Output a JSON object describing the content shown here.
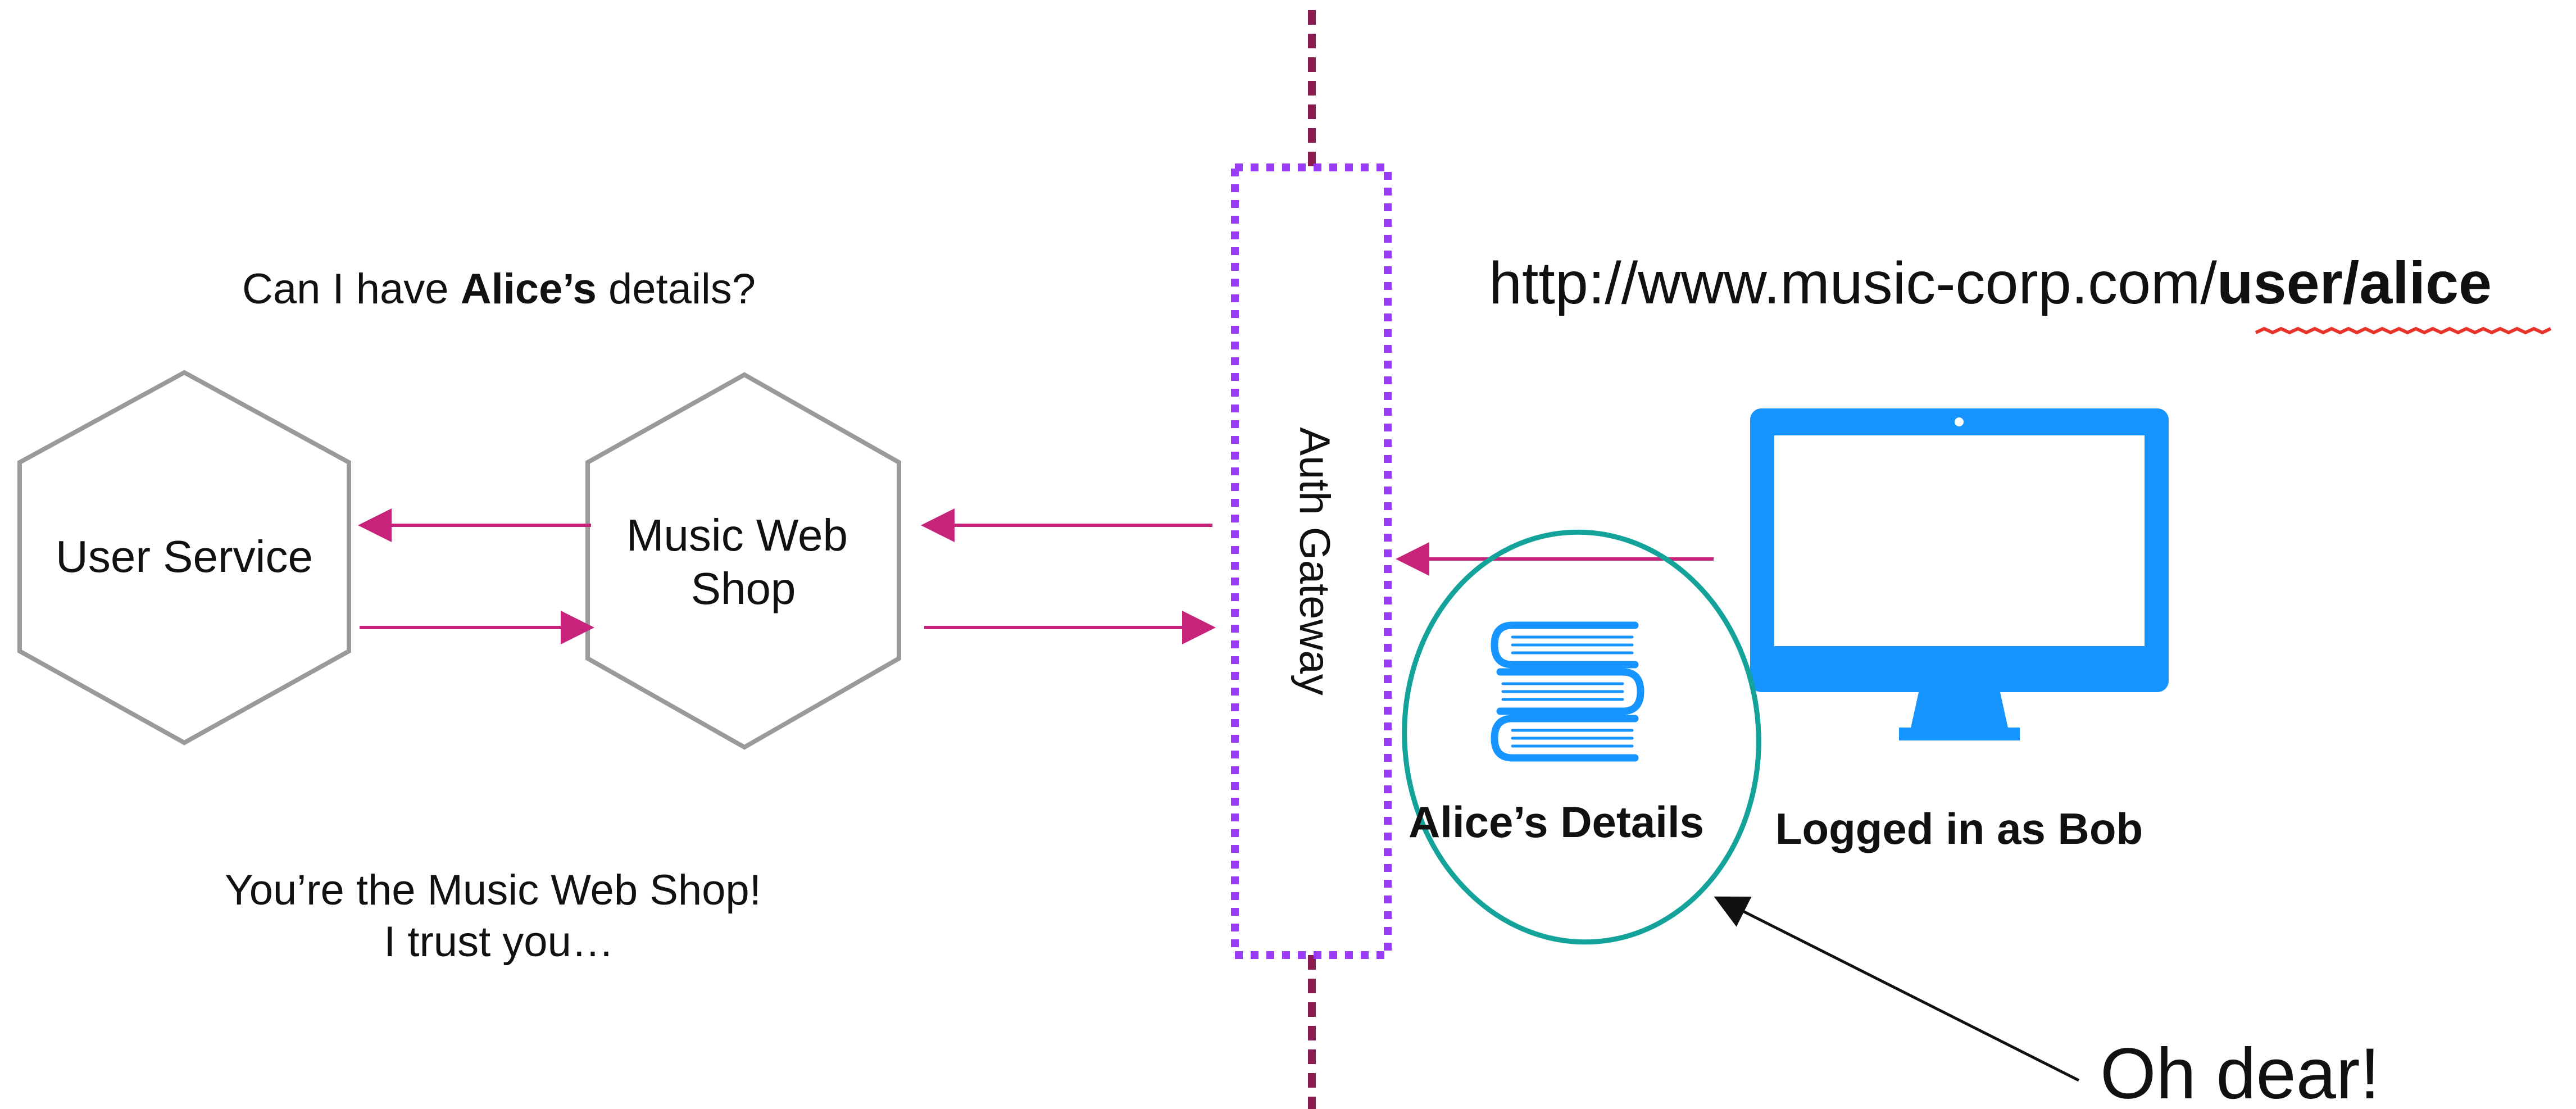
{
  "question": {
    "prefix": "Can I have ",
    "subject": "Alice’s",
    "suffix": " details?"
  },
  "services": {
    "user_service": "User Service",
    "music_web_shop": [
      "Music Web",
      "Shop"
    ]
  },
  "answer": {
    "line1": "You’re the Music Web Shop!",
    "line2": "I trust you…"
  },
  "gateway": {
    "label": "Auth Gateway"
  },
  "url": {
    "base": "http://www.music-corp.com/",
    "path": "user/alice"
  },
  "result": {
    "label": "Alice’s Details"
  },
  "client": {
    "label": "Logged in as Bob"
  },
  "callout": {
    "text": "Oh dear!"
  },
  "colors": {
    "arrow": "#c8237a",
    "boundary_line": "#8b1a50",
    "gateway_border": "#9a3cf7",
    "hexagon_stroke": "#9a9a9a",
    "icon_blue": "#1694ff",
    "highlight_circle": "#14a39a",
    "url_underline": "#e8332a"
  },
  "icons": {
    "books": "books-icon",
    "computer": "desktop-monitor-icon"
  }
}
